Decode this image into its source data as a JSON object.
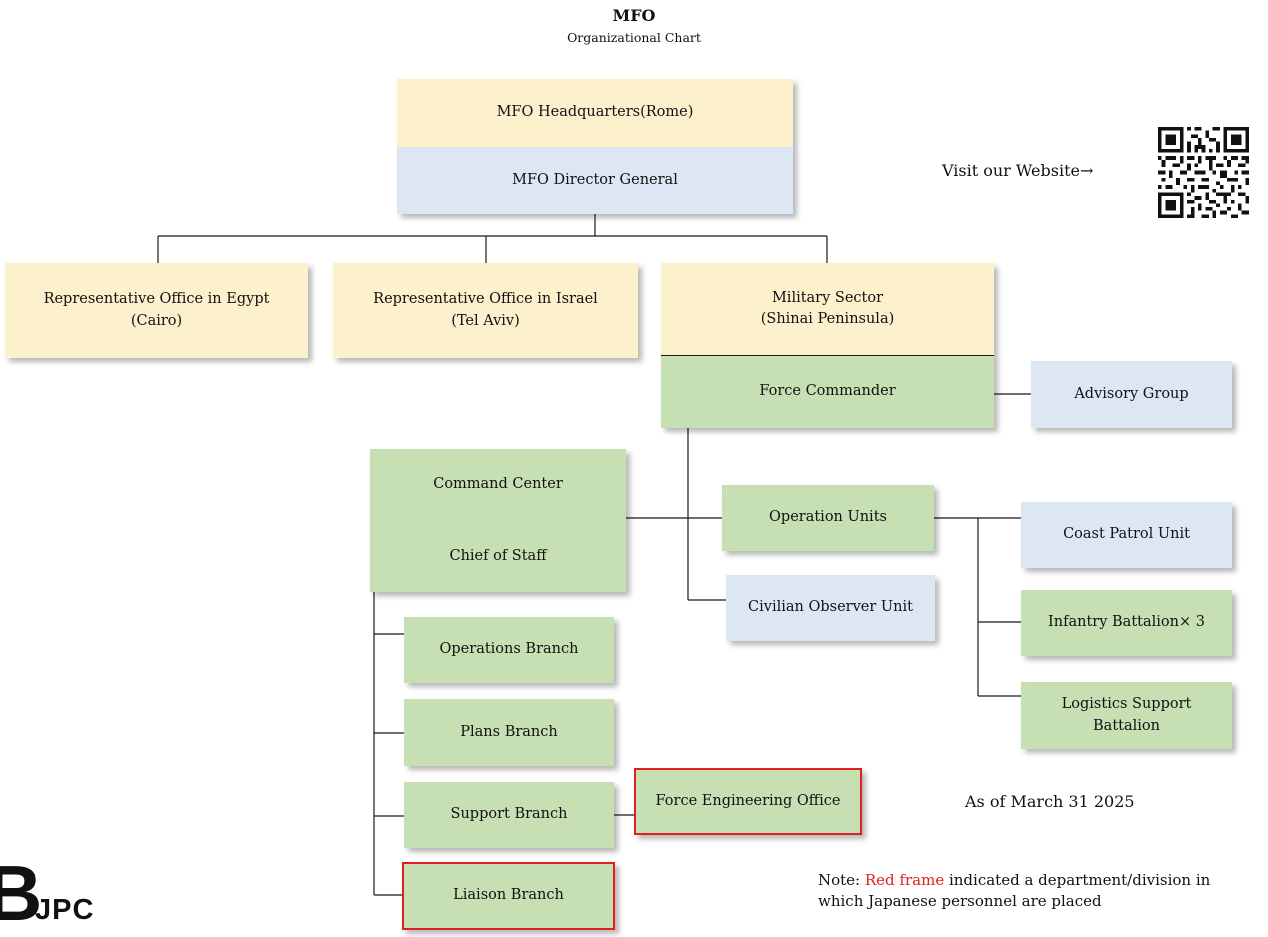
{
  "header": {
    "title": "MFO",
    "subtitle": "Organizational Chart"
  },
  "hq": {
    "top": "MFO Headquarters(Rome)",
    "bottom": "MFO Director General"
  },
  "offices": {
    "egypt": "Representative Office in Egypt\n(Cairo)",
    "israel": "Representative Office in Israel\n(Tel Aviv)"
  },
  "military": {
    "top": "Military Sector\n(Shinai Peninsula)",
    "bottom": "Force Commander"
  },
  "advisory": "Advisory Group",
  "command": {
    "top": "Command Center",
    "bottom": "Chief of Staff"
  },
  "operation_units": "Operation Units",
  "civilian_observer": "Civilian Observer Unit",
  "coast_patrol": "Coast Patrol Unit",
  "infantry": "Infantry Battalion× 3",
  "logistics": "Logistics Support\nBattalion",
  "branches": {
    "operations": "Operations Branch",
    "plans": "Plans Branch",
    "support": "Support Branch",
    "liaison": "Liaison Branch"
  },
  "force_engineering": "Force Engineering Office",
  "website": {
    "label": "Visit our Website→"
  },
  "as_of": "As of March 31 2025",
  "note": {
    "prefix": "Note: ",
    "highlight": "Red frame",
    "rest": " indicated a department/division in which Japanese personnel are placed",
    "highlight_color": "#e02020"
  },
  "logo": {
    "mark": "B",
    "text": "JPC"
  },
  "colors": {
    "yellow": "#fdf0cd",
    "blue": "#dde7f3",
    "green": "#c6e0b3",
    "red_frame": "#e02020"
  }
}
